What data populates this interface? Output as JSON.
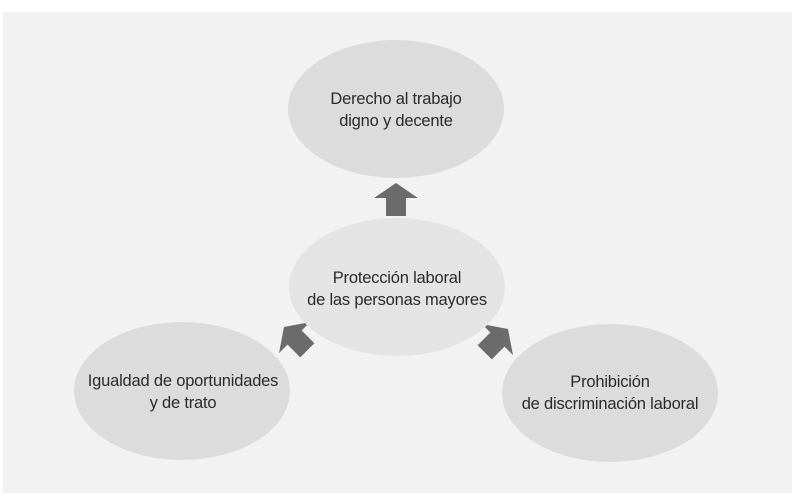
{
  "diagram": {
    "colors": {
      "background": "#f2f2f2",
      "node_fill": "#dcdcdc",
      "center_fill": "#e4e4e4",
      "arrow": "#6b6b6b",
      "text": "#2a2a2a"
    },
    "nodes": {
      "center": {
        "line1": "Protección laboral",
        "line2": "de las personas mayores"
      },
      "top": {
        "line1": "Derecho al trabajo",
        "line2": "digno y decente"
      },
      "left": {
        "line1": "Igualdad de oportunidades",
        "line2": "y de trato"
      },
      "right": {
        "line1": "Prohibición",
        "line2": "de discriminación laboral"
      }
    },
    "edges": [
      {
        "from": "center",
        "to": "top"
      },
      {
        "from": "center",
        "to": "left"
      },
      {
        "from": "center",
        "to": "right"
      }
    ]
  }
}
